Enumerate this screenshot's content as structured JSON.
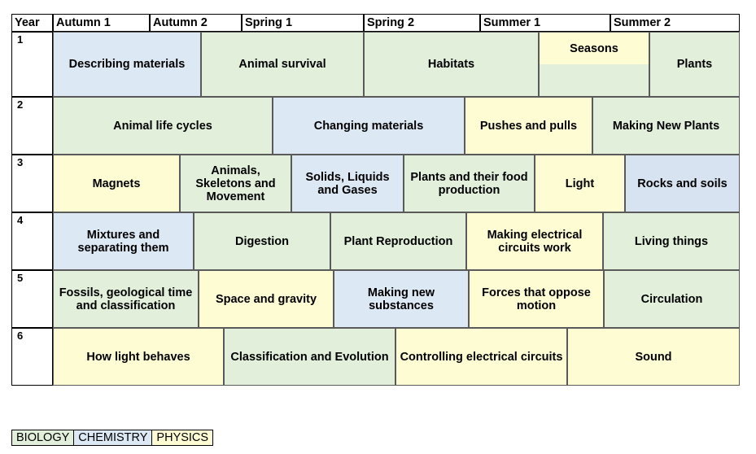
{
  "header": {
    "year_label": "Year",
    "terms": [
      "Autumn 1",
      "Autumn 2",
      "Spring 1",
      "Spring 2",
      "Summer 1",
      "Summer 2"
    ]
  },
  "years": [
    "1",
    "2",
    "3",
    "4",
    "5",
    "6"
  ],
  "topics": {
    "y1": [
      "Describing materials",
      "Animal survival",
      "Habitats",
      "Seasons",
      "Plants"
    ],
    "y2": [
      "Animal life cycles",
      "Changing materials",
      "Pushes and pulls",
      "Making New Plants"
    ],
    "y3": [
      "Magnets",
      "Animals, Skeletons and Movement",
      "Solids, Liquids and Gases",
      "Plants and their food production",
      "Light",
      "Rocks and soils"
    ],
    "y4": [
      "Mixtures and separating them",
      "Digestion",
      "Plant Reproduction",
      "Making electrical circuits work",
      "Living things"
    ],
    "y5": [
      "Fossils, geological time and classification",
      "Space and gravity",
      "Making new substances",
      "Forces that oppose motion",
      "Circulation"
    ],
    "y6": [
      "How light behaves",
      "Classification and Evolution",
      "Controlling electrical circuits",
      "Sound"
    ]
  },
  "legend": [
    "BIOLOGY",
    "CHEMISTRY",
    "PHYSICS"
  ],
  "colors": {
    "biology": "#e2efdb",
    "chemistry": "#dde8f5",
    "physics": "#fdfcd3"
  }
}
